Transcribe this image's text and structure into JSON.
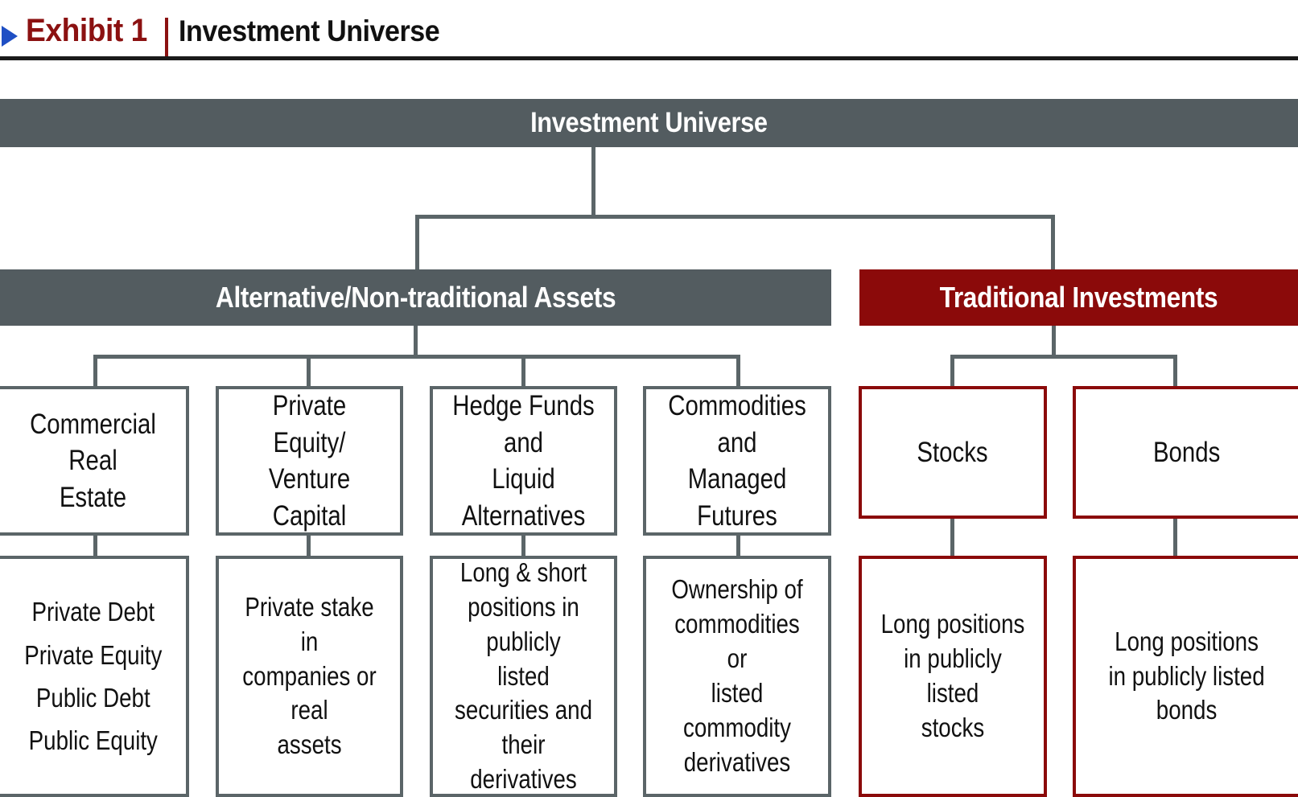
{
  "header": {
    "marker_icon": "triangle-right-icon",
    "exhibit_label": "Exhibit 1",
    "separator": "|",
    "title": "Investment Universe"
  },
  "colors": {
    "gray": "#535c60",
    "red": "#8b0a0a",
    "exhibit_red": "#8b1111",
    "marker_blue": "#1f4fc4",
    "line": "#5b6568",
    "text": "#111111"
  },
  "chart_data": {
    "type": "diagram",
    "title": "Investment Universe",
    "root": {
      "label": "Investment Universe",
      "style": "gray-bar"
    },
    "level2": [
      {
        "label": "Alternative/Non-traditional Assets",
        "style": "gray-bar"
      },
      {
        "label": "Traditional Investments",
        "style": "red-bar"
      }
    ],
    "level3": [
      {
        "label": "Commercial Real\nEstate",
        "style": "gray-box",
        "parent": "Alternative/Non-traditional Assets"
      },
      {
        "label": "Private Equity/\nVenture Capital",
        "style": "gray-box",
        "parent": "Alternative/Non-traditional Assets"
      },
      {
        "label": "Hedge Funds and\nLiquid Alternatives",
        "style": "gray-box",
        "parent": "Alternative/Non-traditional Assets"
      },
      {
        "label": "Commodities and\nManaged Futures",
        "style": "gray-box",
        "parent": "Alternative/Non-traditional Assets"
      },
      {
        "label": "Stocks",
        "style": "red-box",
        "parent": "Traditional Investments"
      },
      {
        "label": "Bonds",
        "style": "red-box",
        "parent": "Traditional Investments"
      }
    ],
    "level4": [
      {
        "label": "Private Debt\nPrivate Equity\nPublic Debt\nPublic Equity",
        "style": "gray-box",
        "parent": "Commercial Real Estate"
      },
      {
        "label": "Private stake in\ncompanies or real\nassets",
        "style": "gray-box",
        "parent": "Private Equity/Venture Capital"
      },
      {
        "label": "Long & short\npositions in publicly\nlisted securities and\ntheir derivatives",
        "style": "gray-box",
        "parent": "Hedge Funds and Liquid Alternatives"
      },
      {
        "label": "Ownership of\ncommodities or\nlisted commodity\nderivatives",
        "style": "gray-box",
        "parent": "Commodities and Managed Futures"
      },
      {
        "label": "Long positions\nin publicly listed\nstocks",
        "style": "red-box",
        "parent": "Stocks"
      },
      {
        "label": "Long positions\nin publicly listed\nbonds",
        "style": "red-box",
        "parent": "Bonds"
      }
    ]
  }
}
